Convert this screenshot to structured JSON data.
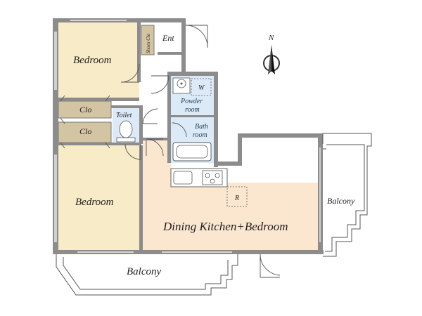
{
  "compass": {
    "label": "N",
    "icon": "north-arrow-icon"
  },
  "colors": {
    "bedroom_floor": "#f7ebc8",
    "ldk_floor": "#fbe6d0",
    "wet_area": "#dceaf7",
    "closet": "#d3c5a3",
    "wall": "#8c8c8c",
    "balcony_line": "#555555"
  },
  "rooms": {
    "bedroom_top": "Bedroom",
    "bedroom_bottom": "Bedroom",
    "closet_top": "Clo",
    "closet_bottom": "Clo",
    "shoes_closet": "Shoes Clo",
    "entrance": "Ent",
    "toilet": "Toilet",
    "powder_room_line1": "Powder",
    "powder_room_line2": "room",
    "washer": "W",
    "bath_room_line1": "Bath",
    "bath_room_line2": "room",
    "refrigerator": "R",
    "dining_kitchen": "Dining Kitchen+Bedroom",
    "balcony_bottom": "Balcony",
    "balcony_right": "Balcony"
  }
}
